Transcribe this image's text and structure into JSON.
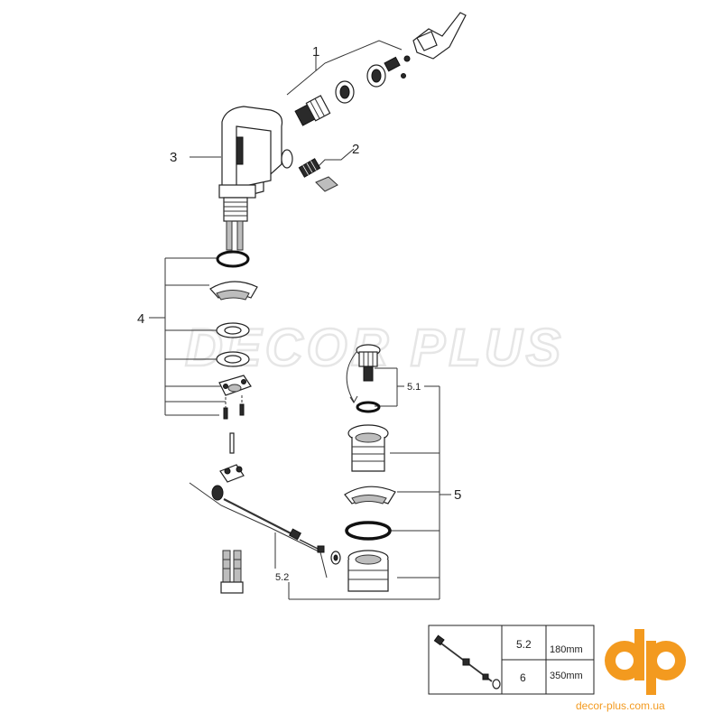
{
  "watermark": "DECOR PLUS",
  "callouts": {
    "c1": "1",
    "c2": "2",
    "c3": "3",
    "c4": "4",
    "c5": "5",
    "c51": "5.1",
    "c52": "5.2"
  },
  "table": {
    "rows": [
      {
        "code": "5.2",
        "length": "180mm"
      },
      {
        "code": "6",
        "length": "350mm"
      }
    ]
  },
  "brand": {
    "logo_text": "dp",
    "site": "decor-plus.com.ua",
    "color": "#f39a1f"
  }
}
